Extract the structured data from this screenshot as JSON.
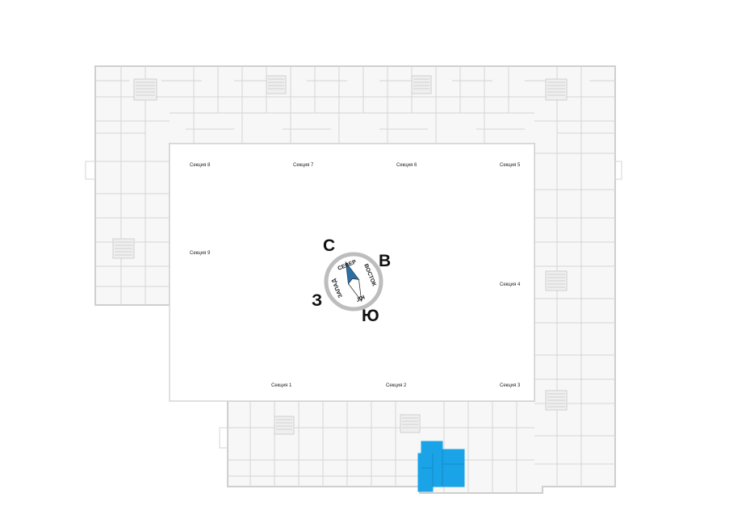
{
  "sections": [
    {
      "id": "s8",
      "label": "Секция 8"
    },
    {
      "id": "s7",
      "label": "Секция 7"
    },
    {
      "id": "s6",
      "label": "Секция 6"
    },
    {
      "id": "s5",
      "label": "Секция 5"
    },
    {
      "id": "s9",
      "label": "Секция 9"
    },
    {
      "id": "s4",
      "label": "Секция 4"
    },
    {
      "id": "s1",
      "label": "Секция 1"
    },
    {
      "id": "s2",
      "label": "Секция 2"
    },
    {
      "id": "s3",
      "label": "Секция 3"
    }
  ],
  "compass": {
    "north_letter": "С",
    "east_letter": "В",
    "south_letter": "Ю",
    "west_letter": "З",
    "north_word": "СЕВЕР",
    "east_word": "ВОСТОК",
    "south_word": "ЮГ",
    "west_word": "ЗАПАД"
  },
  "colors": {
    "walls": "#d9d9d9",
    "wall_stroke": "#cfcfcf",
    "highlight": "#1aa3e6",
    "needle_north": "#2d6fa3",
    "compass_ring": "#bdbdbd"
  }
}
